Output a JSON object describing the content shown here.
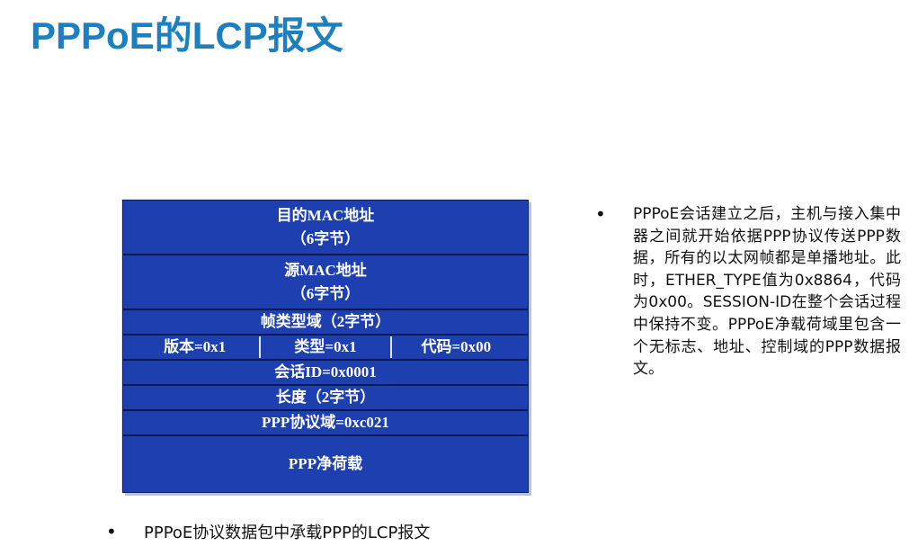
{
  "title": "PPPoE的LCP报文",
  "frame_rows": {
    "dest_mac": {
      "line1": "目的MAC地址",
      "line2": "（6字节）"
    },
    "src_mac": {
      "line1": "源MAC地址",
      "line2": "（6字节）"
    },
    "frame_type": "帧类型域（2字节）",
    "version": "版本=0x1",
    "type": "类型=0x1",
    "code": "代码=0x00",
    "session_id": "会话ID=0x0001",
    "length": "长度（2字节）",
    "ppp_protocol": "PPP协议域=0xc021",
    "ppp_payload": "PPP净荷载"
  },
  "bullets": {
    "right": "PPPoE会话建立之后，主机与接入集中器之间就开始依据PPP协议传送PPP数据，所有的以太网帧都是单播地址。此时，ETHER_TYPE值为0x8864，代码为0x00。SESSION-ID在整个会话过程中保持不变。PPPoE净载荷域里包含一个无标志、地址、控制域的PPP数据报文。",
    "bottom": "PPPoE协议数据包中承载PPP的LCP报文",
    "bullet_char": "•"
  }
}
